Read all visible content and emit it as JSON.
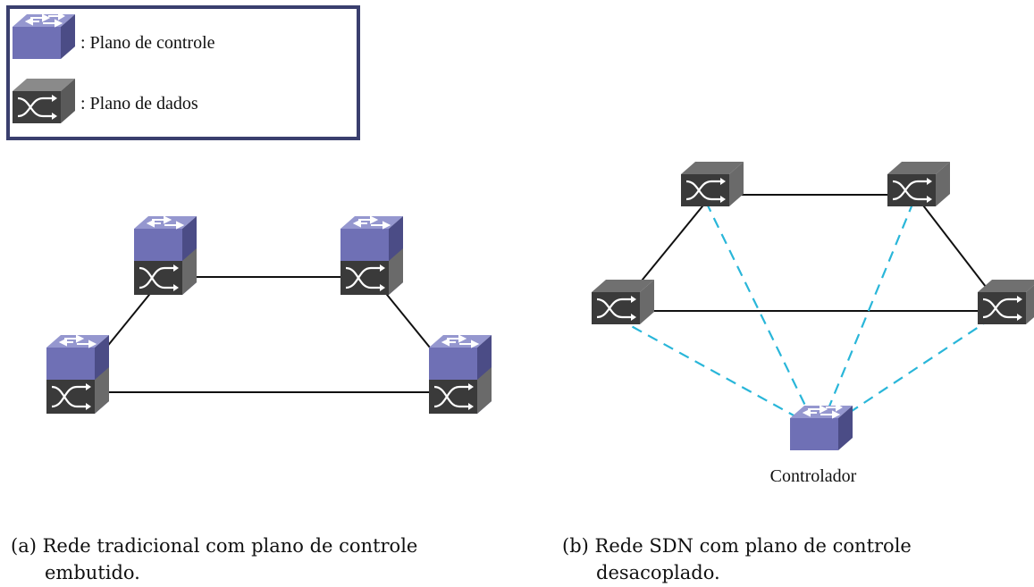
{
  "legend": {
    "items": [
      {
        "label": ": Plano de controle",
        "icon": "control-plane-icon"
      },
      {
        "label": ": Plano de dados",
        "icon": "data-plane-icon"
      }
    ]
  },
  "diagram_b": {
    "controller_label": "Controlador"
  },
  "captions": {
    "a": {
      "tag": "(a)",
      "line1": "Rede tradicional com plano de controle",
      "line2": "embutido."
    },
    "b": {
      "tag": "(b)",
      "line1": "Rede SDN com plano de controle",
      "line2": "desacoplado."
    }
  },
  "colors": {
    "control_plane": "#6f70b5",
    "data_plane": "#6e6e6e",
    "legend_border": "#3a3f6e",
    "sdn_link": "#29b6d9",
    "link": "#111111"
  }
}
